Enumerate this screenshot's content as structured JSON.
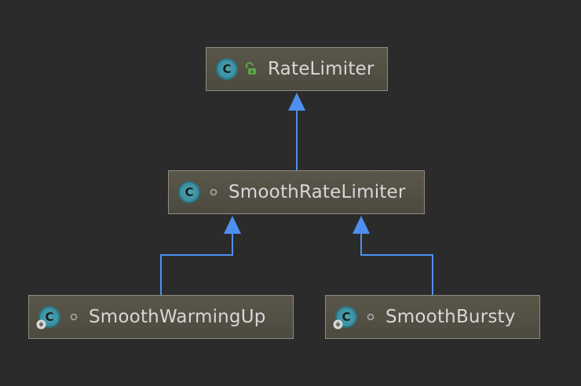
{
  "nodes": {
    "rate_limiter": {
      "label": "RateLimiter",
      "icon": "class-icon",
      "icon_letter": "C",
      "visibility": "public-lock-icon"
    },
    "smooth_rate_limiter": {
      "label": "SmoothRateLimiter",
      "icon": "class-icon",
      "icon_letter": "C",
      "visibility": "package-dot-icon"
    },
    "smooth_warming_up": {
      "label": "SmoothWarmingUp",
      "icon": "static-class-icon",
      "icon_letter": "C",
      "visibility": "package-dot-icon"
    },
    "smooth_bursty": {
      "label": "SmoothBursty",
      "icon": "static-class-icon",
      "icon_letter": "C",
      "visibility": "package-dot-icon"
    }
  },
  "edges": [
    {
      "from": "smooth_rate_limiter",
      "to": "rate_limiter",
      "kind": "extends"
    },
    {
      "from": "smooth_warming_up",
      "to": "smooth_rate_limiter",
      "kind": "extends"
    },
    {
      "from": "smooth_bursty",
      "to": "smooth_rate_limiter",
      "kind": "extends"
    }
  ],
  "colors": {
    "background": "#2b2b2b",
    "node_fill": "#54514a",
    "node_border": "#8e8a7e",
    "edge": "#4f8ff0",
    "text": "#d7d7d7",
    "class_icon": "#3f93a4",
    "lock_icon": "#5fa24a"
  }
}
